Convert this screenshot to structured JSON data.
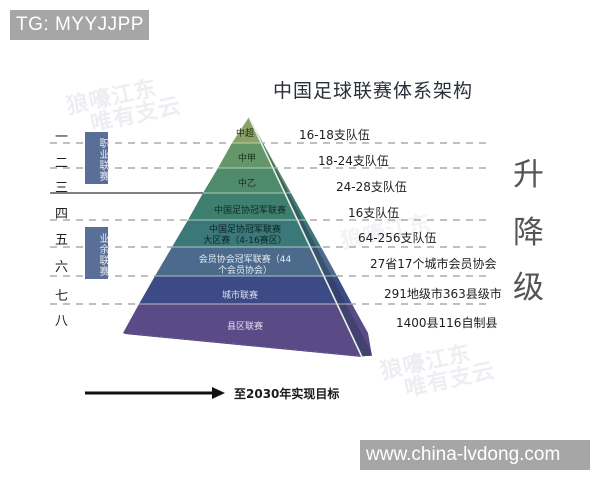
{
  "overlay": {
    "top_tag": "TG: MYYJJPP",
    "bottom_tag": "www.china-lvdong.com"
  },
  "watermark": {
    "line1": "狼嚎江东",
    "line2": "唯有支云"
  },
  "diagram": {
    "title": "中国足球联赛体系架构",
    "ranks": [
      "一",
      "二",
      "三",
      "四",
      "五",
      "六",
      "七",
      "八"
    ],
    "groups": [
      {
        "label": "职业联赛"
      },
      {
        "label": "业余联赛"
      }
    ],
    "tiers": [
      {
        "name": "中超",
        "teams": "16-18支队伍",
        "color": "#8aa167"
      },
      {
        "name": "中甲",
        "teams": "18-24支队伍",
        "color": "#64966a"
      },
      {
        "name": "中乙",
        "teams": "24-28支队伍",
        "color": "#4f8a6c"
      },
      {
        "name": "中国足协冠军联赛",
        "teams": "16支队伍",
        "color": "#3f7f6f"
      },
      {
        "name": "中国足协冠军联赛大区赛（4-16赛区）",
        "name_line1": "中国足协冠军联赛",
        "name_line2": "大区赛（4-16赛区）",
        "teams": "64-256支队伍",
        "color": "#3a7879"
      },
      {
        "name": "会员协会冠军联赛（44个会员协会）",
        "name_line1": "会员协会冠军联赛（44",
        "name_line2": "个会员协会）",
        "teams": "27省17个城市会员协会",
        "color": "#4b6a8c"
      },
      {
        "name": "城市联赛",
        "teams": "291地级市363县级市",
        "color": "#3c4a86"
      },
      {
        "name": "县区联赛",
        "teams": "1400县116自制县",
        "color": "#5a4a86"
      }
    ],
    "side_label": {
      "chars": [
        "升",
        "降",
        "级"
      ]
    },
    "arrow_label": "至2030年实现目标"
  }
}
